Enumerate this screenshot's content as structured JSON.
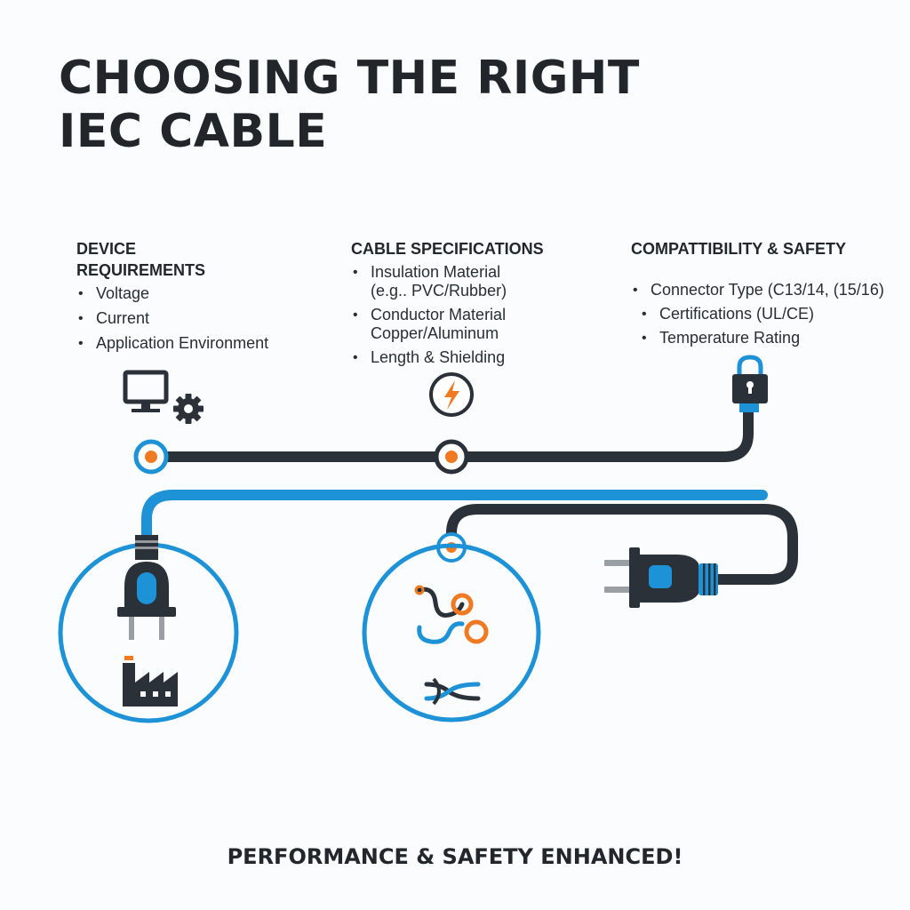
{
  "title": {
    "line1": "CHOOSING THE RIGHT",
    "line2": "IEC CABLE"
  },
  "columns": [
    {
      "heading_line1": "DEVICE",
      "heading_line2": "REQUIREMENTS",
      "items": [
        "Voltage",
        "Current",
        "Application Environment"
      ]
    },
    {
      "heading": "CABLE SPECIFICATIONS",
      "items": [
        "Insulation Material (e.g.. PVC/Rubber)",
        "Conductor Material Copper/Aluminum",
        "Length & Shielding"
      ]
    },
    {
      "heading": "COMPATTIBILITY & SAFETY",
      "items": [
        "Connector Type (C13/14, (15/16)",
        "Certifications (UL/CE)",
        "Temperature Rating"
      ]
    }
  ],
  "footer": "PERFORMANCE & SAFETY ENHANCED!",
  "colors": {
    "dark": "#2b3139",
    "blue": "#1d92d6",
    "orange": "#ef7a22"
  },
  "icons": [
    "monitor-icon",
    "gear-icon",
    "lightning-icon",
    "padlock-icon",
    "plug-icon",
    "factory-icon",
    "cable-coil-icon",
    "twisted-wire-icon"
  ]
}
